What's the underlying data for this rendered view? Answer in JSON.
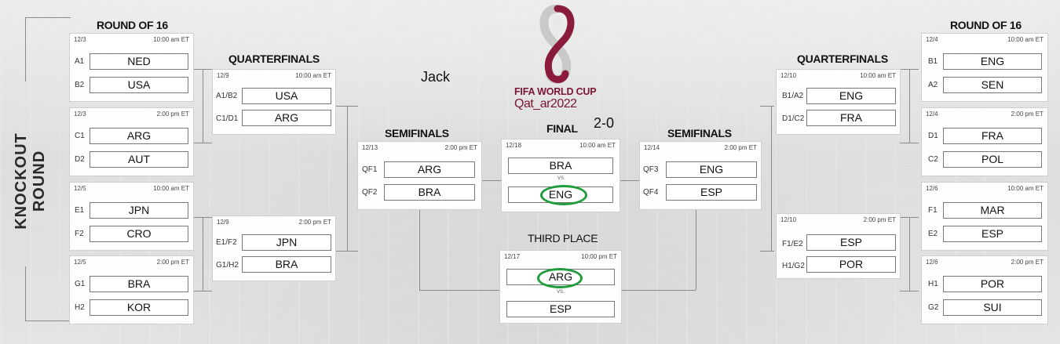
{
  "left_title": "KNOCKOUT ROUND",
  "heads": {
    "r16_left": "ROUND OF 16",
    "qf_left": "QUARTERFINALS",
    "sf_left": "SEMIFINALS",
    "final": "FINAL",
    "sf_right": "SEMIFINALS",
    "qf_right": "QUARTERFINALS",
    "r16_right": "ROUND OF 16",
    "third": "THIRD PLACE"
  },
  "logo": {
    "line1": "FIFA WORLD CUP",
    "line2": "Qat_ar2022",
    "color": "#7a1533"
  },
  "notes": {
    "name": "Jack",
    "score": "2-0"
  },
  "highlight_color": "#1f9d3a",
  "vs": "VS.",
  "r16_left": [
    {
      "date": "12/3",
      "time": "10:00 am ET",
      "c1": "A1",
      "t1": "NED",
      "c2": "B2",
      "t2": "USA"
    },
    {
      "date": "12/3",
      "time": "2:00 pm ET",
      "c1": "C1",
      "t1": "ARG",
      "c2": "D2",
      "t2": "AUT"
    },
    {
      "date": "12/5",
      "time": "10:00 am ET",
      "c1": "E1",
      "t1": "JPN",
      "c2": "F2",
      "t2": "CRO"
    },
    {
      "date": "12/5",
      "time": "2:00 pm ET",
      "c1": "G1",
      "t1": "BRA",
      "c2": "H2",
      "t2": "KOR"
    }
  ],
  "qf_left": [
    {
      "date": "12/9",
      "time": "10:00 am ET",
      "c1": "A1/B2",
      "t1": "USA",
      "c2": "C1/D1",
      "t2": "ARG"
    },
    {
      "date": "12/9",
      "time": "2:00 pm ET",
      "c1": "E1/F2",
      "t1": "JPN",
      "c2": "G1/H2",
      "t2": "BRA"
    }
  ],
  "sf_left": {
    "date": "12/13",
    "time": "2:00 pm ET",
    "c1": "QF1",
    "t1": "ARG",
    "c2": "QF2",
    "t2": "BRA"
  },
  "final": {
    "date": "12/18",
    "time": "10:00 am ET",
    "t1": "BRA",
    "t2": "ENG"
  },
  "third": {
    "date": "12/17",
    "time": "10:00 pm ET",
    "t1": "ARG",
    "t2": "ESP"
  },
  "sf_right": {
    "date": "12/14",
    "time": "2:00 pm ET",
    "c1": "QF3",
    "t1": "ENG",
    "c2": "QF4",
    "t2": "ESP"
  },
  "qf_right": [
    {
      "date": "12/10",
      "time": "10:00 am ET",
      "c1": "B1/A2",
      "t1": "ENG",
      "c2": "D1/C2",
      "t2": "FRA"
    },
    {
      "date": "12/10",
      "time": "2:00 pm ET",
      "c1": "F1/E2",
      "t1": "ESP",
      "c2": "H1/G2",
      "t2": "POR"
    }
  ],
  "r16_right": [
    {
      "date": "12/4",
      "time": "10:00 am ET",
      "c1": "B1",
      "t1": "ENG",
      "c2": "A2",
      "t2": "SEN"
    },
    {
      "date": "12/4",
      "time": "2:00 pm ET",
      "c1": "D1",
      "t1": "FRA",
      "c2": "C2",
      "t2": "POL"
    },
    {
      "date": "12/6",
      "time": "10:00 am ET",
      "c1": "F1",
      "t1": "MAR",
      "c2": "E2",
      "t2": "ESP"
    },
    {
      "date": "12/6",
      "time": "2:00 pm ET",
      "c1": "H1",
      "t1": "POR",
      "c2": "G2",
      "t2": "SUI"
    }
  ]
}
